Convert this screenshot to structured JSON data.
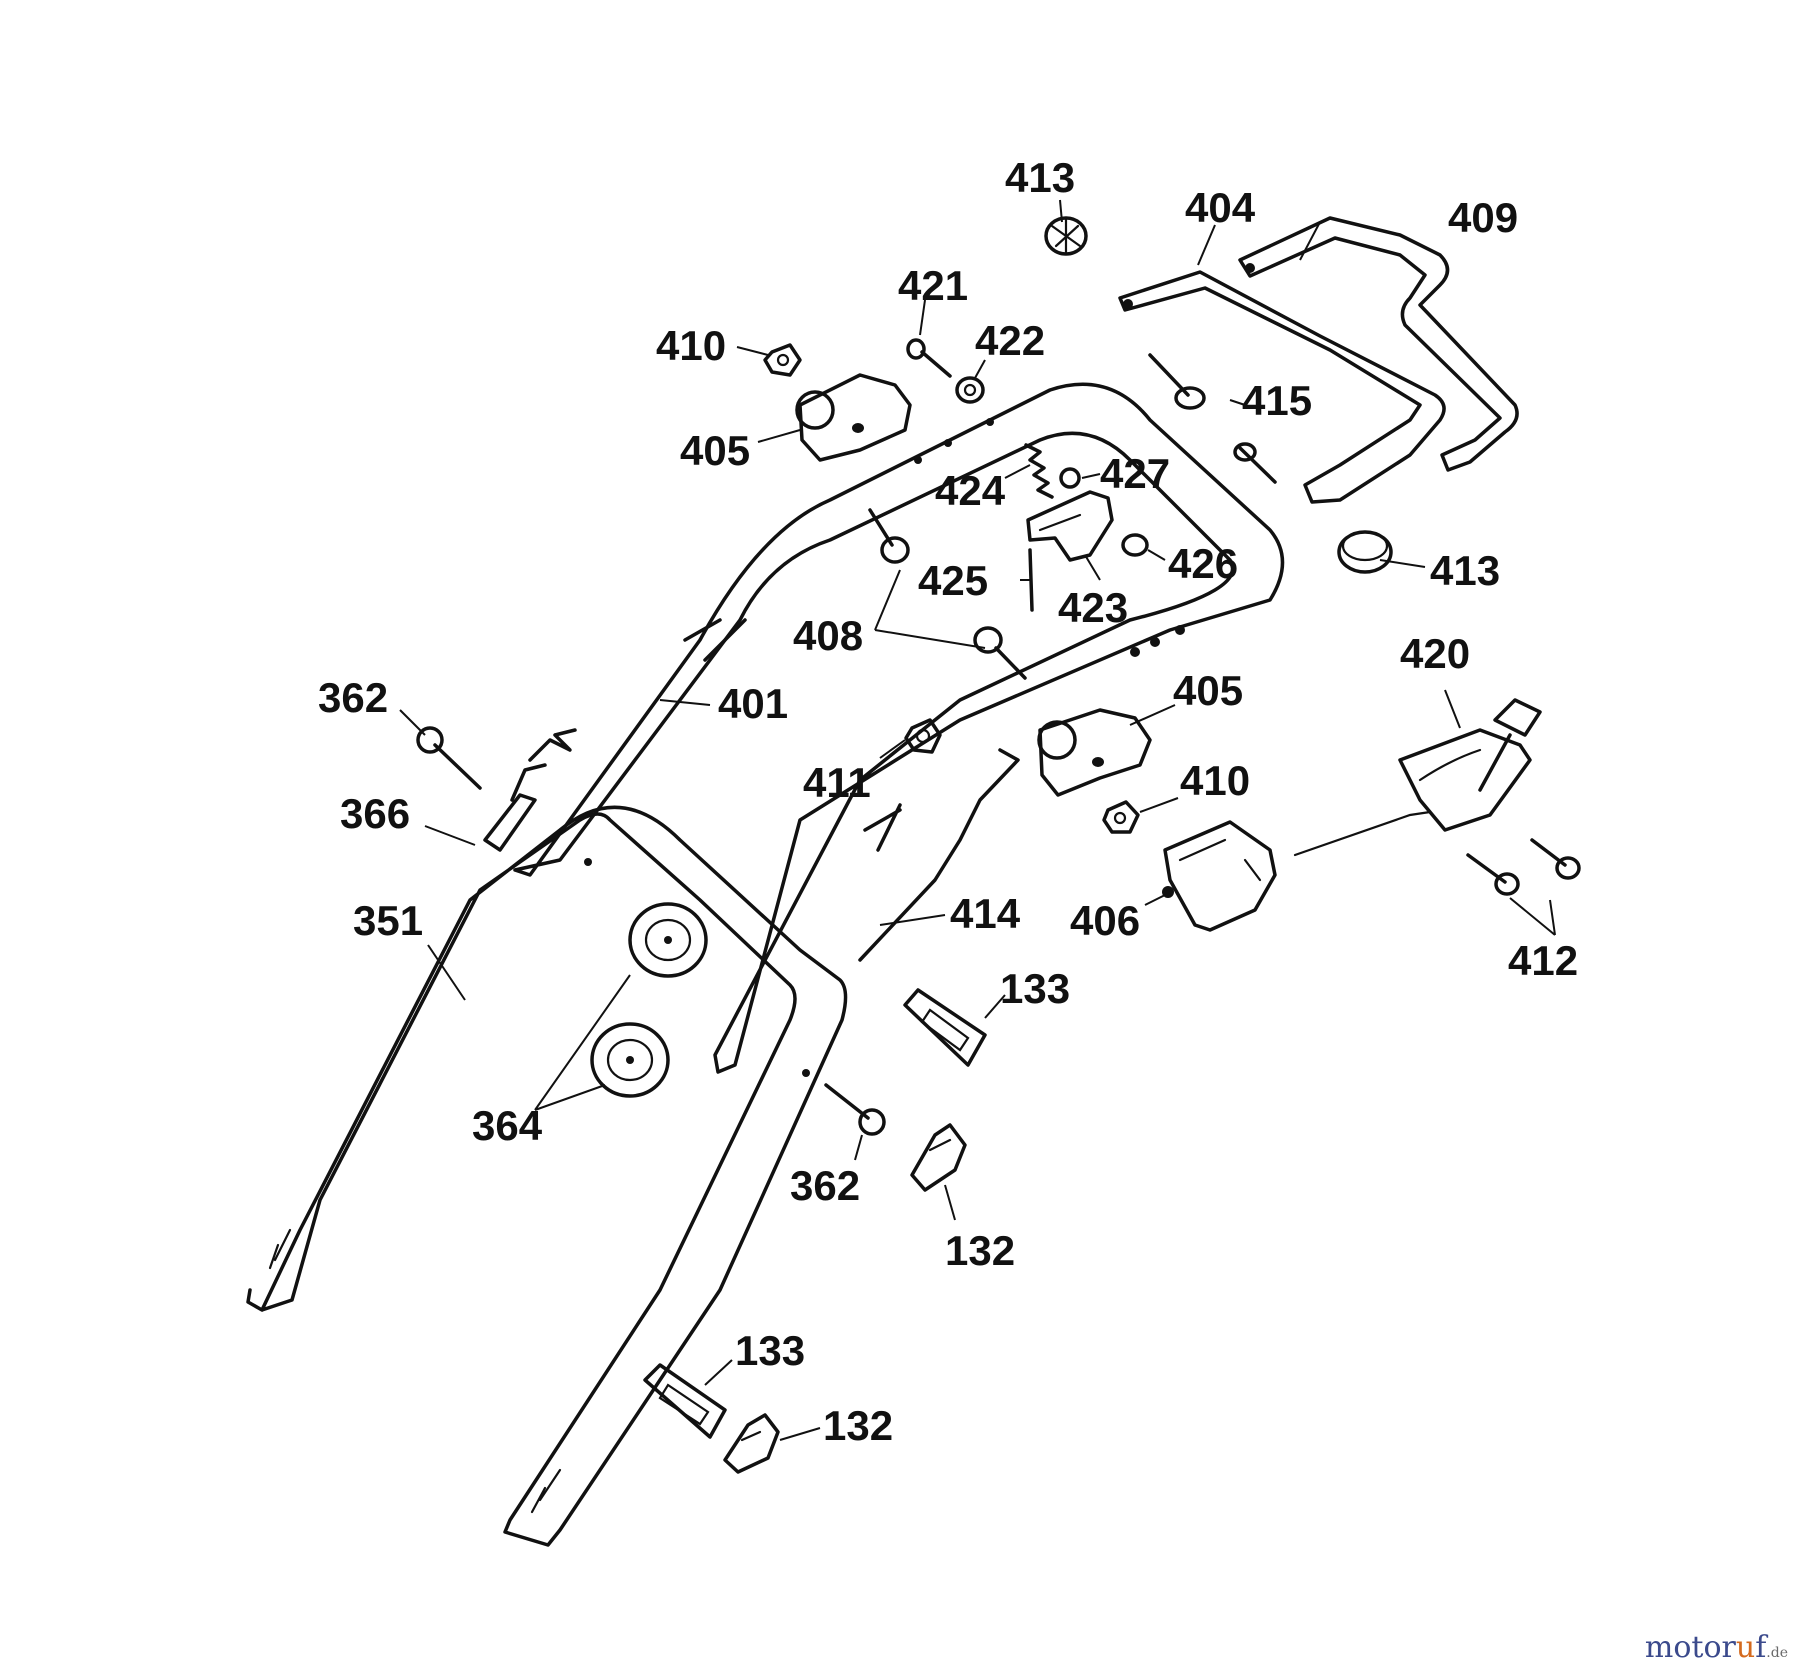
{
  "labels": {
    "l413a": "413",
    "l404": "404",
    "l409": "409",
    "l421": "421",
    "l410a": "410",
    "l422": "422",
    "l405a": "405",
    "l415": "415",
    "l424": "424",
    "l427": "427",
    "l425": "425",
    "l426": "426",
    "l413b": "413",
    "l423": "423",
    "l408": "408",
    "l420": "420",
    "l362a": "362",
    "l401": "401",
    "l405b": "405",
    "l411": "411",
    "l410b": "410",
    "l366": "366",
    "l351": "351",
    "l414": "414",
    "l406": "406",
    "l412": "412",
    "l133a": "133",
    "l364": "364",
    "l362b": "362",
    "l132a": "132",
    "l133b": "133",
    "l132b": "132"
  },
  "watermark": {
    "main": "motor",
    "accent": "u",
    "rest": "f",
    "tld": ".de"
  }
}
